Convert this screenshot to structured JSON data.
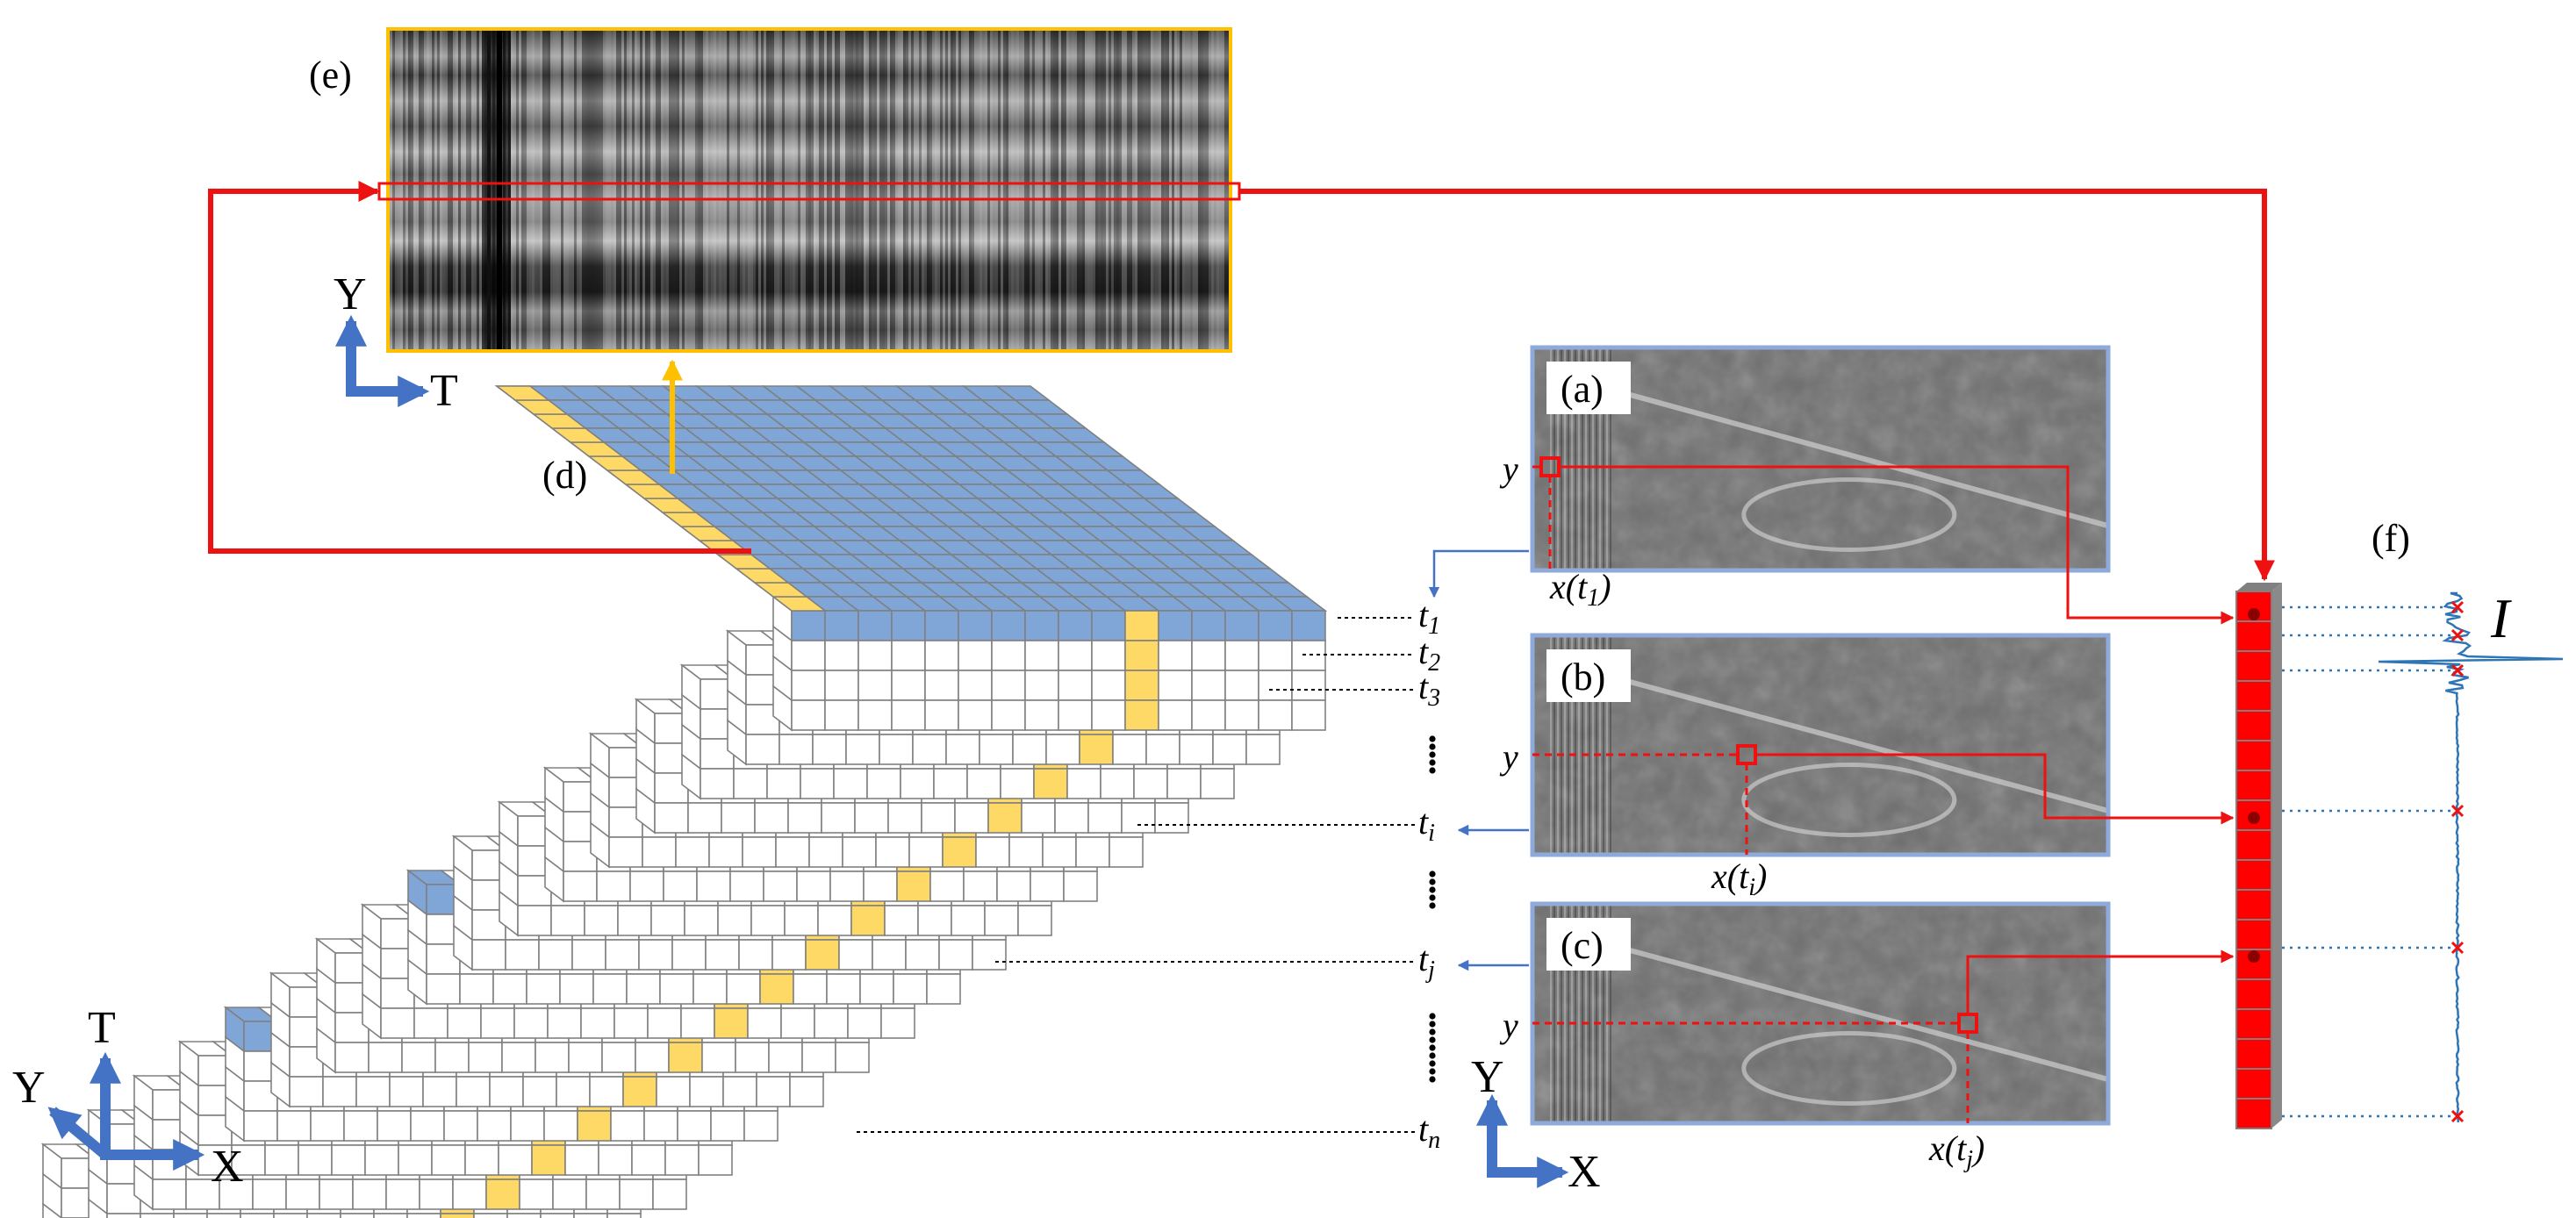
{
  "panel_labels": {
    "a": "(a)",
    "b": "(b)",
    "c": "(c)",
    "d": "(d)",
    "e": "(e)",
    "f": "(f)"
  },
  "axes": {
    "e": {
      "vertical": "Y",
      "horizontal": "T"
    },
    "cube": {
      "up": "T",
      "diag": "Y",
      "right": "X"
    },
    "frame": {
      "vertical": "Y",
      "horizontal": "X"
    }
  },
  "time_labels": [
    {
      "base": "t",
      "sub": "1"
    },
    {
      "base": "t",
      "sub": "2"
    },
    {
      "base": "t",
      "sub": "3"
    },
    {
      "base": "t",
      "sub": "i"
    },
    {
      "base": "t",
      "sub": "j"
    },
    {
      "base": "t",
      "sub": "n"
    }
  ],
  "frame_labels": {
    "y": "y",
    "x_a": {
      "pre": "x(",
      "base": "t",
      "sub": "1",
      "post": ")"
    },
    "x_b": {
      "pre": "x(",
      "base": "t",
      "sub": "i",
      "post": ")"
    },
    "x_c": {
      "pre": "x(",
      "base": "t",
      "sub": "j",
      "post": ")"
    }
  },
  "intensity_label": "I",
  "colors": {
    "red": "#ee1111",
    "orange": "#ffc000",
    "blue_cell": "#7fa6d6",
    "yellow_cell": "#ffd966",
    "frame_border": "#8eaadb",
    "axis_blue": "#4472c4",
    "signal_blue": "#2e75b6"
  }
}
